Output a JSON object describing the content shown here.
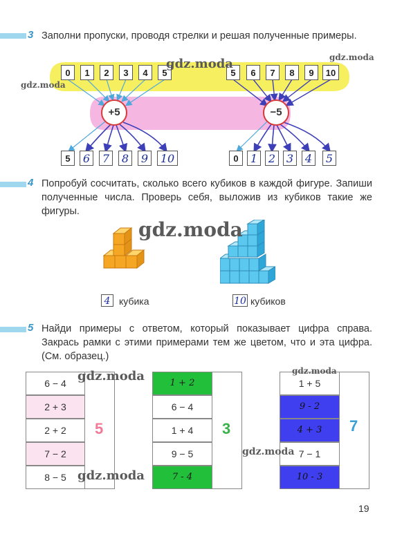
{
  "task3": {
    "number": "3",
    "text": "Заполни пропуски, проводя стрелки и решая полученные примеры.",
    "left_top": [
      "0",
      "1",
      "2",
      "3",
      "4",
      "5"
    ],
    "right_top": [
      "5",
      "6",
      "7",
      "8",
      "9",
      "10"
    ],
    "left_op": "+5",
    "right_op": "−5",
    "left_bottom_printed": "5",
    "left_bottom_written": [
      "6",
      "7",
      "8",
      "9",
      "10"
    ],
    "right_bottom_printed": "0",
    "right_bottom_written": [
      "1",
      "2",
      "3",
      "4",
      "5"
    ]
  },
  "task4": {
    "number": "4",
    "text": "Попробуй сосчитать, сколько всего кубиков в каждой фигуре. Запиши полученные числа. Проверь себя, выложив из кубиков такие же фигуры.",
    "left_answer": "4",
    "left_word": "кубика",
    "right_answer": "10",
    "right_word": "кубиков",
    "colors": {
      "orange": "#f5a623",
      "blue": "#5bc8f0"
    }
  },
  "task5": {
    "number": "5",
    "text": "Найди примеры с ответом, который показывает цифра справа. Закрась рамки с этими примерами тем же цветом, что и эта цифра. (См. образец.)",
    "col1": {
      "digit": "5",
      "digit_color": "#f07a98",
      "cells": [
        {
          "expr": "6 − 4",
          "fill": "#ffffff"
        },
        {
          "expr": "2 + 3",
          "fill": "#fbe3f0"
        },
        {
          "expr": "2 + 2",
          "fill": "#ffffff"
        },
        {
          "expr": "7 − 2",
          "fill": "#fbe3f0"
        },
        {
          "expr": "8 − 5",
          "fill": "#ffffff"
        }
      ]
    },
    "col2": {
      "digit": "3",
      "digit_color": "#3bb14a",
      "cells": [
        {
          "expr": "1 + 2",
          "fill": "#22c03a",
          "hand": true
        },
        {
          "expr": "6 − 4",
          "fill": "#ffffff"
        },
        {
          "expr": "1 + 4",
          "fill": "#ffffff"
        },
        {
          "expr": "9 − 5",
          "fill": "#ffffff"
        },
        {
          "expr": "7 - 4",
          "fill": "#22c03a",
          "hand": true
        }
      ]
    },
    "col3": {
      "digit": "7",
      "digit_color": "#3a9fd6",
      "cells": [
        {
          "expr": "1 + 5",
          "fill": "#ffffff"
        },
        {
          "expr": "9 - 2",
          "fill": "#3f3ff0",
          "hand": true
        },
        {
          "expr": "4 + 3",
          "fill": "#3f3ff0",
          "hand": true
        },
        {
          "expr": "7 − 1",
          "fill": "#ffffff"
        },
        {
          "expr": "10 - 3",
          "fill": "#3f3ff0",
          "hand": true
        }
      ]
    }
  },
  "watermark": "gdz.moda",
  "page_number": "19"
}
